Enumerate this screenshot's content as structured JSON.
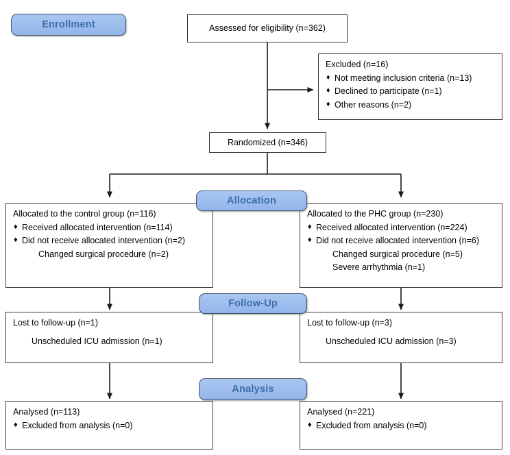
{
  "diagram": {
    "title": "CONSORT participant flow diagram",
    "type": "flowchart",
    "accent_color": "#9dbdee",
    "accent_border_color": "#41546e",
    "accent_text_color": "#3d6ea5",
    "box_border_color": "#3a3a3a",
    "background": "#ffffff"
  },
  "stages": [
    {
      "id": "enrollment",
      "label": "Enrollment"
    },
    {
      "id": "allocation",
      "label": "Allocation"
    },
    {
      "id": "followup",
      "label": "Follow-Up"
    },
    {
      "id": "analysis",
      "label": "Analysis"
    }
  ],
  "nodes": {
    "assessed": {
      "title": "Assessed for eligibility (n=362)"
    },
    "excluded": {
      "title": "Excluded  (n=16)",
      "bullets": [
        "Not meeting inclusion criteria (n=13)",
        "Declined to participate (n=1)",
        "Other reasons (n=2)"
      ]
    },
    "randomized": {
      "title": "Randomized (n=346)"
    },
    "allocated_control": {
      "title": "Allocated to the control group (n=116)",
      "bullets": [
        "Received allocated intervention (n=114)",
        "Did not receive allocated intervention (n=2)"
      ],
      "sublines": [
        "Changed surgical procedure (n=2)"
      ]
    },
    "allocated_phc": {
      "title": "Allocated to the PHC group (n=230)",
      "bullets": [
        "Received allocated intervention (n=224)",
        "Did not receive allocated intervention (n=6)"
      ],
      "sublines": [
        "Changed surgical procedure (n=5)",
        "Severe arrhythmia (n=1)"
      ]
    },
    "followup_control": {
      "title": "Lost to follow-up (n=1)",
      "sublines": [
        "Unscheduled ICU admission (n=1)"
      ]
    },
    "followup_phc": {
      "title": "Lost to follow-up (n=3)",
      "sublines": [
        "Unscheduled ICU admission (n=3)"
      ]
    },
    "analysed_control": {
      "title": "Analysed  (n=113)",
      "bullets": [
        "Excluded from analysis (n=0)"
      ]
    },
    "analysed_phc": {
      "title": "Analysed  (n=221)",
      "bullets": [
        "Excluded from analysis (n=0)"
      ]
    }
  },
  "bullet_glyph": "♦"
}
